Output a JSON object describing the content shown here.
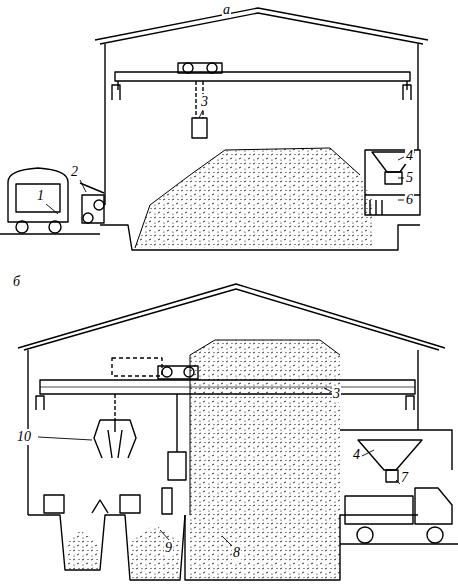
{
  "diagram": {
    "labels": [
      "а",
      "3",
      "2",
      "1",
      "4",
      "5",
      "6",
      "б",
      "3",
      "10",
      "4",
      "7",
      "9",
      "8"
    ]
  }
}
